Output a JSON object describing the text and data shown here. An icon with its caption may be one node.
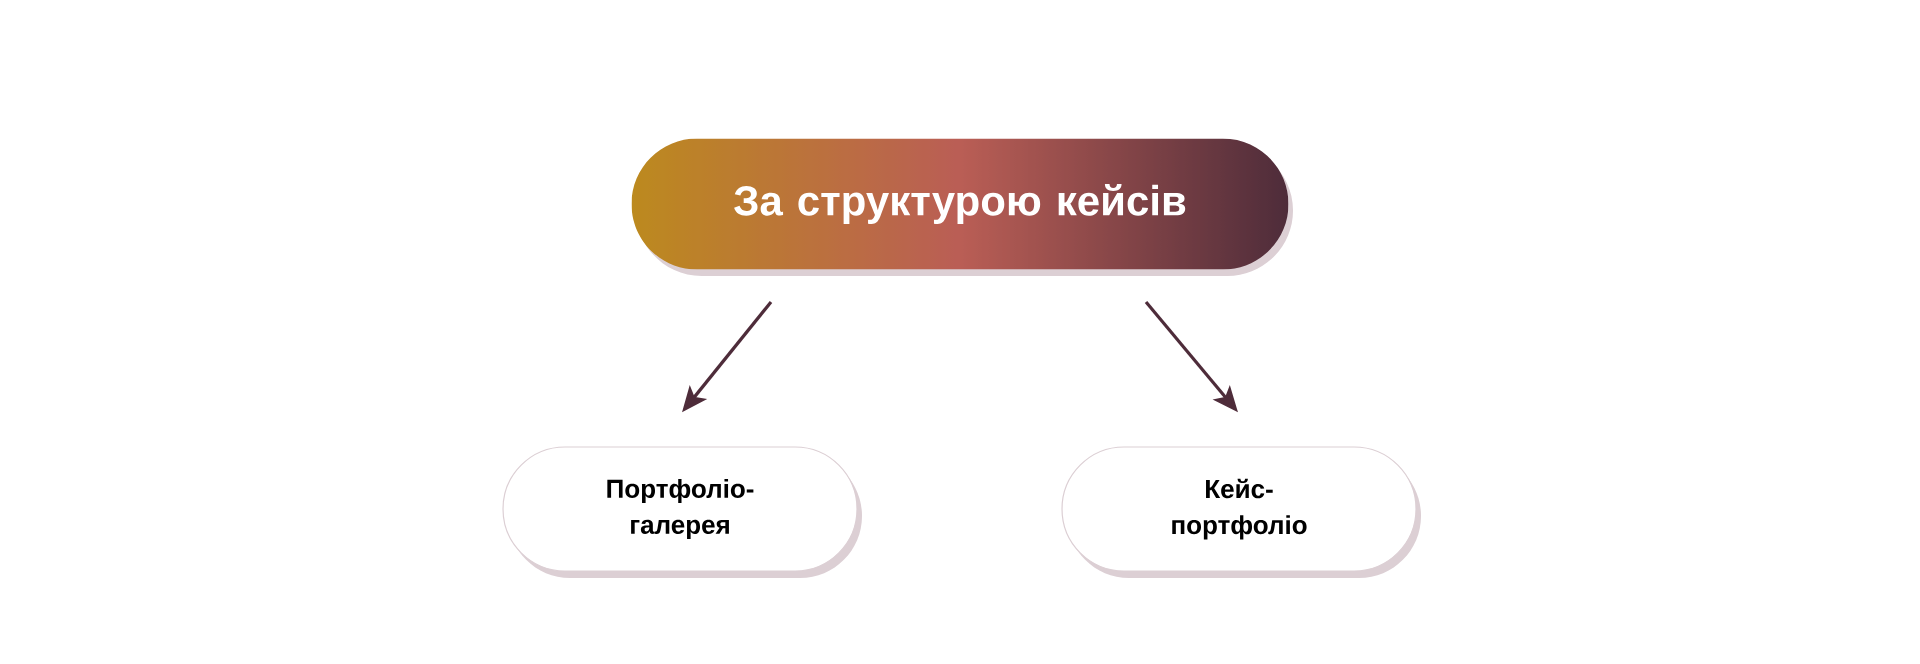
{
  "diagram": {
    "nodes": [
      {
        "text": [
          "За структурою кейсів"
        ]
      },
      {
        "text": [
          "Портфоліо-галерея"
        ]
      },
      {
        "text": [
          "Кейс-портфоліо"
        ]
      }
    ],
    "edges": [
      {
        "from": 0,
        "to": 1,
        "arrow": "to"
      },
      {
        "from": 0,
        "to": 2,
        "arrow": "to"
      }
    ]
  }
}
